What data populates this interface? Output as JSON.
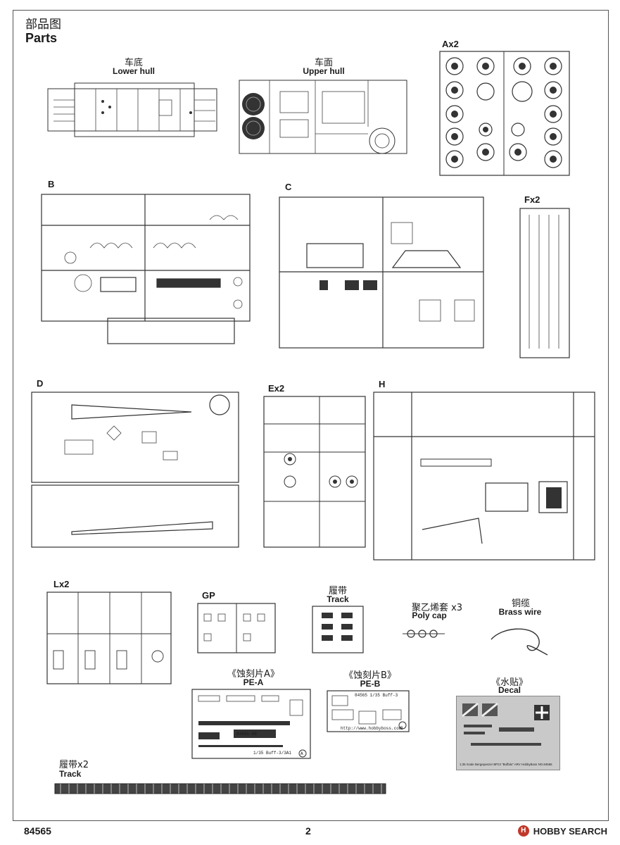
{
  "page_title_cn": "部品图",
  "page_title_en": "Parts",
  "parts": {
    "lower_hull": {
      "cn": "车底",
      "en": "Lower hull"
    },
    "upper_hull": {
      "cn": "车面",
      "en": "Upper hull"
    },
    "sprue_a": "Ax2",
    "sprue_b": "B",
    "sprue_c": "C",
    "sprue_f": "Fx2",
    "sprue_d": "D",
    "sprue_e": "Ex2",
    "sprue_h": "H",
    "sprue_l": "Lx2",
    "sprue_gp": "GP",
    "track_small": {
      "cn": "履带",
      "en": "Track"
    },
    "poly_cap": {
      "cn": "聚乙烯套 x3",
      "en": "Poly cap"
    },
    "brass_wire": {
      "cn": "铜缆",
      "en": "Brass wire"
    },
    "pe_a": {
      "cn": "《蚀刻片A》",
      "en": "PE-A",
      "code": "84565-08",
      "scale": "1/35 Buff-3/3A1",
      "letter": "A"
    },
    "pe_b": {
      "cn": "《蚀刻片B》",
      "en": "PE-B",
      "code": "84565 1/35 Buff-3",
      "url": "http://www.hobbyboss.com",
      "letter": "B"
    },
    "decal": {
      "cn": "《水贴》",
      "en": "Decal",
      "caption": "1:35 Scale Bergepanzer BPz3 \"Buffalo\" ARV HobbyBoss NO.84565"
    },
    "track_long": {
      "cn": "履带x2",
      "en": "Track"
    }
  },
  "footer": {
    "code": "84565",
    "page": "2"
  },
  "watermark": {
    "logo": "H",
    "text": "HOBBY SEARCH"
  }
}
